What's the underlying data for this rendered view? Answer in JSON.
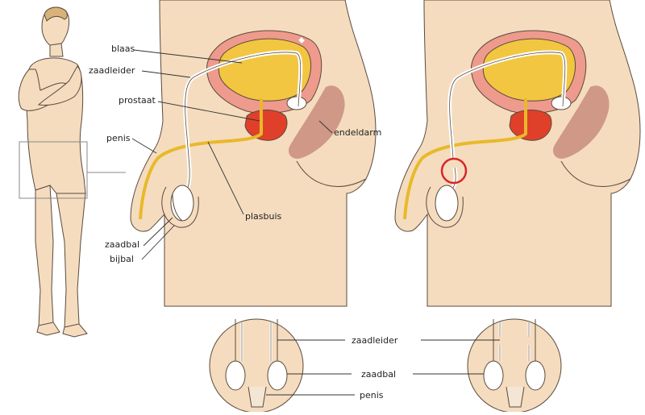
{
  "labels": {
    "blaas": "blaas",
    "zaadleider": "zaadleider",
    "prostaat": "prostaat",
    "penis": "penis",
    "endeldarm": "endeldarm",
    "plasbuis": "plasbuis",
    "zaadbal": "zaadbal",
    "bijbal": "bijbal"
  },
  "inset_labels": {
    "zaadleider": "zaadleider",
    "zaadbal": "zaadbal",
    "penis": "penis"
  },
  "colors": {
    "skin": "#f5dcbf",
    "skin_outline": "#5a4a3c",
    "bladder": "#f2c640",
    "bladder_wall": "#ee9a8c",
    "prostate": "#e0402a",
    "rectum": "#c98c7c",
    "vas_deferens": "#ffffff",
    "urethra": "#e8b92a",
    "highlight_circle": "#d9252a"
  }
}
